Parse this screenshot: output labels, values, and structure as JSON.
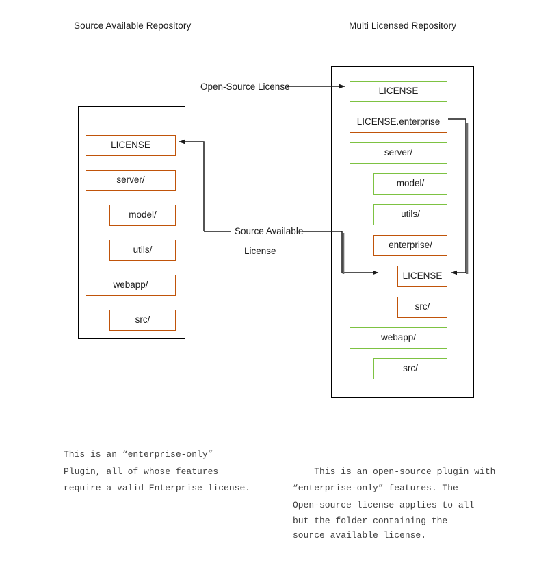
{
  "colors": {
    "orange": "#C0540A",
    "green": "#7DC242",
    "container_border": "#000000",
    "connector": "#1a1a1a",
    "connector_gray": "#6b6b6b",
    "text": "#1c1c1c",
    "caption_text": "#3f3f3f",
    "background": "#ffffff"
  },
  "titles": {
    "left": "Source Available Repository",
    "right": "Multi Licensed Repository"
  },
  "left_repo": {
    "items": [
      {
        "label": "LICENSE",
        "color": "orange",
        "indent": 0
      },
      {
        "label": "server/",
        "color": "orange",
        "indent": 0
      },
      {
        "label": "model/",
        "color": "orange",
        "indent": 1
      },
      {
        "label": "utils/",
        "color": "orange",
        "indent": 1
      },
      {
        "label": "webapp/",
        "color": "orange",
        "indent": 0
      },
      {
        "label": "src/",
        "color": "orange",
        "indent": 1
      }
    ]
  },
  "right_repo": {
    "items": [
      {
        "label": "LICENSE",
        "color": "green",
        "indent": 0
      },
      {
        "label": "LICENSE.enterprise",
        "color": "orange",
        "indent": 0
      },
      {
        "label": "server/",
        "color": "green",
        "indent": 0
      },
      {
        "label": "model/",
        "color": "green",
        "indent": 1
      },
      {
        "label": "utils/",
        "color": "green",
        "indent": 1
      },
      {
        "label": "enterprise/",
        "color": "orange",
        "indent": 1
      },
      {
        "label": "LICENSE",
        "color": "orange",
        "indent": 2
      },
      {
        "label": "src/",
        "color": "orange",
        "indent": 2
      },
      {
        "label": "webapp/",
        "color": "green",
        "indent": 0
      },
      {
        "label": "src/",
        "color": "green",
        "indent": 1
      }
    ]
  },
  "edge_labels": {
    "open_source_license": "Open-Source License",
    "source_available_line1": "Source Available",
    "source_available_line2": "License"
  },
  "captions": {
    "left": "This is an “enterprise-only”\nPlugin, all of whose features\nrequire a valid Enterprise license.",
    "right_part1": "This is an open-source plugin with\n“enterprise-only” features. The\nOpen-source license applies to all",
    "right_part2": "but the folder containing the\nsource available license."
  }
}
